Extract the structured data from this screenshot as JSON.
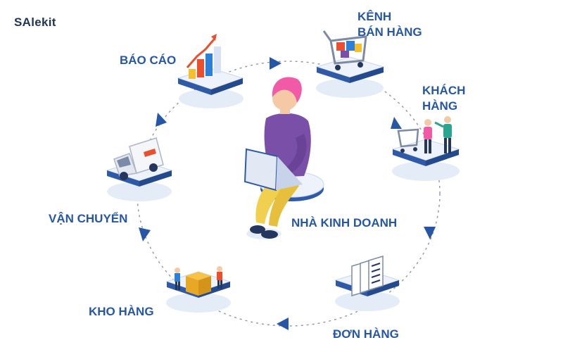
{
  "brand": {
    "logo_text": "SAlekit"
  },
  "center": {
    "label": "NHÀ KINH DOANH"
  },
  "nodes": [
    {
      "id": "bao-cao",
      "label": "BÁO CÁO"
    },
    {
      "id": "kenh-ban-hang",
      "label_line1": "KÊNH",
      "label_line2": "BÁN HÀNG"
    },
    {
      "id": "khach-hang",
      "label_line1": "KHÁCH",
      "label_line2": "HÀNG"
    },
    {
      "id": "don-hang",
      "label": "ĐƠN HÀNG"
    },
    {
      "id": "kho-hang",
      "label": "KHO HÀNG"
    },
    {
      "id": "van-chuyen",
      "label": "VẬN CHUYỂN"
    }
  ],
  "colors": {
    "label": "#2657a6",
    "platform_top": "#eef3fb",
    "platform_side": "#2e5aa8",
    "platform_shadow": "#e4ecf7",
    "arrow": "#2657a6",
    "ring": "#8c97a8",
    "hair": "#f25aa7",
    "shirt": "#7a4fa8",
    "pants": "#f1cf4f"
  }
}
